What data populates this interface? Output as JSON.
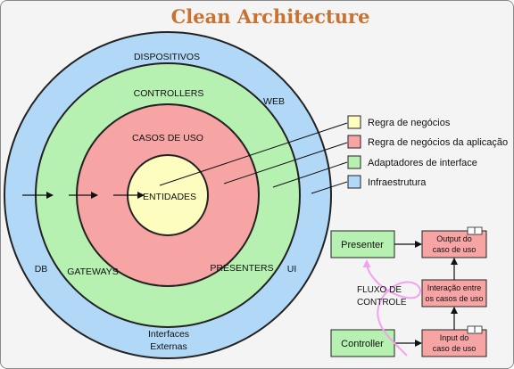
{
  "title": "Clean Architecture",
  "rings": {
    "outer": {
      "top": "DISPOSITIVOS",
      "right_top": "WEB",
      "left": "DB",
      "right": "UI",
      "bottom_line1": "Interfaces",
      "bottom_line2": "Externas",
      "color": "#b2d8f7"
    },
    "second": {
      "top": "CONTROLLERS",
      "left": "GATEWAYS",
      "right": "PRESENTERS",
      "color": "#b6f1b2"
    },
    "third": {
      "top": "CASOS DE USO",
      "color": "#f6a5a4"
    },
    "core": {
      "label": "ENTIDADES",
      "color": "#fdfdc0"
    }
  },
  "legend": [
    {
      "label": "Regra de negócios",
      "color": "#fdfdc0"
    },
    {
      "label": "Regra de negócios da aplicação",
      "color": "#f6a5a4"
    },
    {
      "label": "Adaptadores de interface",
      "color": "#b6f1b2"
    },
    {
      "label": "Infraestrutura",
      "color": "#b2d8f7"
    }
  ],
  "flow": {
    "presenter": "Presenter",
    "controller": "Controller",
    "output_line1": "Output do",
    "output_line2": "caso de uso",
    "interaction_line1": "Interação entre",
    "interaction_line2": "os casos de uso",
    "input_line1": "Input do",
    "input_line2": "caso de uso",
    "flow_label_line1": "FLUXO DE",
    "flow_label_line2": "CONTROLE",
    "green_box_color": "#b6f1b2",
    "red_box_color": "#f6a5a4",
    "flow_curve_color": "#f5a0f0"
  }
}
